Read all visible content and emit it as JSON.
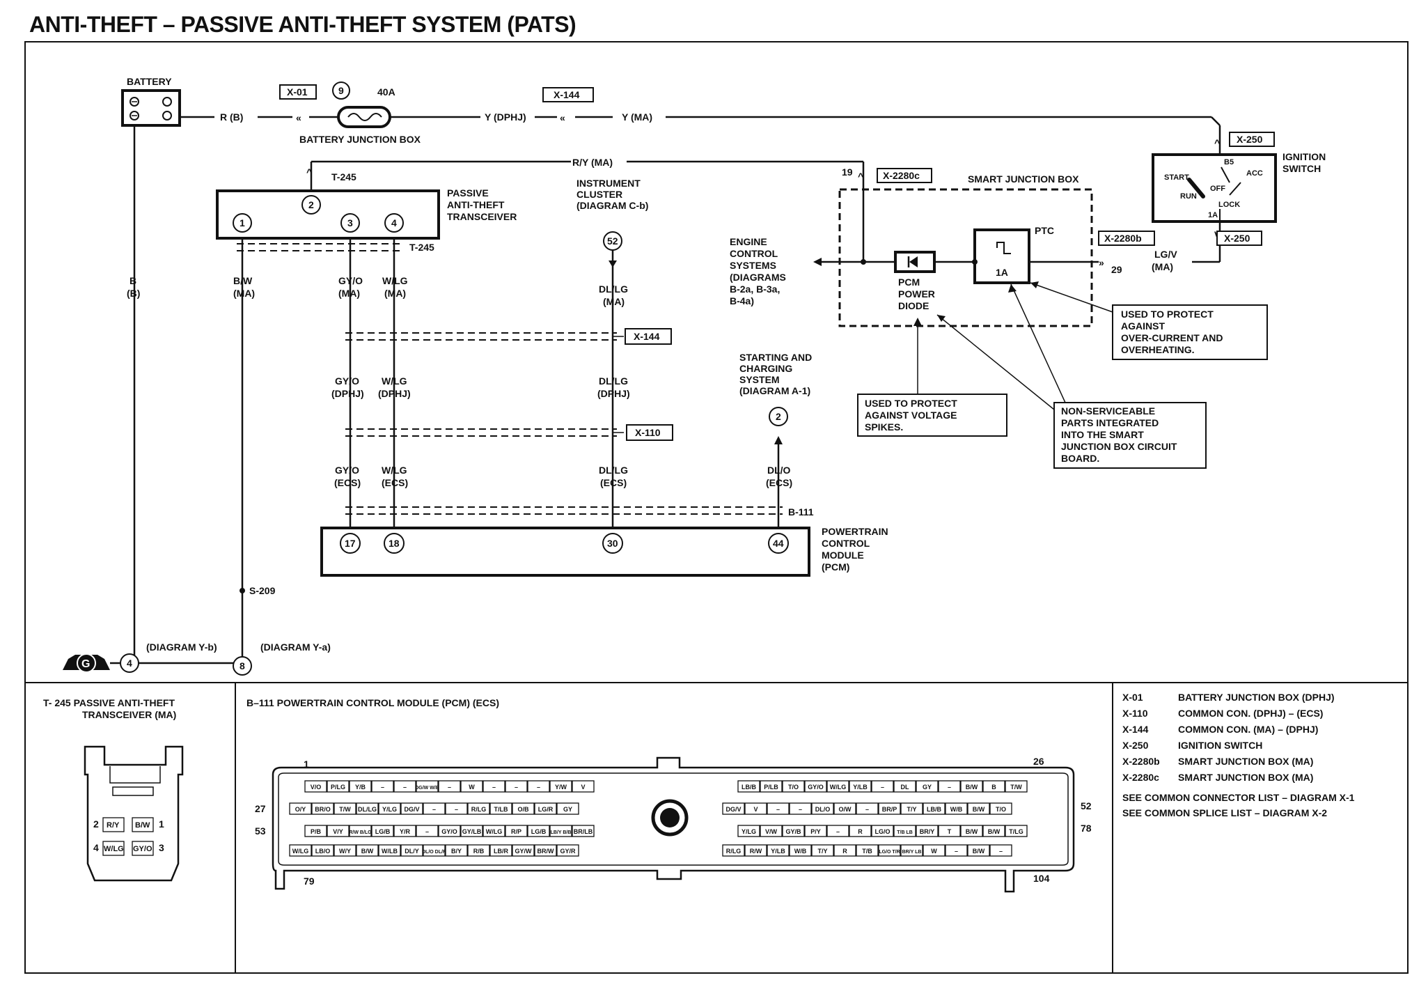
{
  "title": "ANTI-THEFT – PASSIVE  ANTI-THEFT SYSTEM (PATS)",
  "battery": {
    "label": "BATTERY"
  },
  "bjb": {
    "conn": "X-01",
    "fuse": "9",
    "amp": "40A",
    "label": "BATTERY JUNCTION BOX"
  },
  "wires_top": {
    "rb": "R (B)",
    "y_dphj": "Y (DPHJ)",
    "x144": "X-144",
    "y_ma": "Y (MA)",
    "ry_ma": "R/Y (MA)"
  },
  "pats": {
    "label": [
      "PASSIVE",
      "ANTI-THEFT",
      "TRANSCEIVER"
    ],
    "conn_top": "T-245",
    "conn_bot": "T-245",
    "pins": [
      "1",
      "2",
      "3",
      "4"
    ]
  },
  "instrument": {
    "label": [
      "INSTRUMENT",
      "CLUSTER",
      "(DIAGRAM C-b)"
    ],
    "pin": "52"
  },
  "sjb": {
    "label": "SMART JUNCTION BOX",
    "pin19": "19",
    "conn": "X-2280c",
    "conn_b": "X-2280b",
    "pin29": "29",
    "ptc": "PTC",
    "ptc_val": "1A",
    "diode": [
      "PCM",
      "POWER",
      "DIODE"
    ]
  },
  "engine": [
    "ENGINE",
    "CONTROL",
    "SYSTEMS",
    "(DIAGRAMS",
    "B-2a, B-3a,",
    "B-4a)"
  ],
  "ign": {
    "label": [
      "IGNITION",
      "SWITCH"
    ],
    "conn_top": "X-250",
    "conn_bot": "X-250",
    "b5": "B5",
    "acc": "ACC",
    "start": "START",
    "run": "RUN",
    "off": "OFF",
    "lock": "LOCK",
    "one_a": "1A"
  },
  "lgv": {
    "l1": "LG/V",
    "l2": "(MA)"
  },
  "notes": {
    "ptc": [
      "USED TO PROTECT",
      "AGAINST",
      "OVER-CURRENT AND",
      "OVERHEATING."
    ],
    "diode": [
      "USED TO PROTECT",
      "AGAINST VOLTAGE",
      "SPIKES."
    ],
    "nonserv": [
      "NON-SERVICEABLE",
      "PARTS INTEGRATED",
      "INTO THE SMART",
      "JUNCTION BOX CIRCUIT",
      "BOARD."
    ]
  },
  "wires": {
    "b1": "B",
    "b2": "(B)",
    "bw1": "B/W",
    "bw2": "(MA)",
    "gyo_ma1": "GY/O",
    "gyo_ma2": "(MA)",
    "wlg_ma1": "W/LG",
    "wlg_ma2": "(MA)",
    "dllg_ma1": "DL/LG",
    "dllg_ma2": "(MA)",
    "gyo_d1": "GY/O",
    "gyo_d2": "(DPHJ)",
    "wlg_d1": "W/LG",
    "wlg_d2": "(DPHJ)",
    "dllg_d1": "DL/LG",
    "dllg_d2": "(DPHJ)",
    "gyo_e1": "GY/O",
    "gyo_e2": "(ECS)",
    "wlg_e1": "W/LG",
    "wlg_e2": "(ECS)",
    "dllg_e1": "DL/LG",
    "dllg_e2": "(ECS)",
    "dlo_e1": "DL/O",
    "dlo_e2": "(ECS)",
    "x144b": "X-144",
    "x110": "X-110"
  },
  "starting": {
    "label": [
      "STARTING AND",
      "CHARGING",
      "SYSTEM",
      "(DIAGRAM  A-1)"
    ],
    "pin": "2"
  },
  "pcm": {
    "conn": "B-111",
    "label": [
      "POWERTRAIN",
      "CONTROL",
      "MODULE",
      "(PCM)"
    ],
    "pins": [
      "17",
      "18",
      "30",
      "44"
    ]
  },
  "ground": {
    "g": "G",
    "p4": "4",
    "p8": "8",
    "diag_yb": "(DIAGRAM Y-b)",
    "diag_ya": "(DIAGRAM Y-a)",
    "splice": "S-209"
  },
  "bottom": {
    "t245_title": [
      "T- 245  PASSIVE ANTI-THEFT",
      "TRANSCEIVER (MA)"
    ],
    "t245_pins": {
      "p2": "2",
      "p1": "1",
      "p4": "4",
      "p3": "3",
      "ry": "R/Y",
      "bw": "B/W",
      "wlg": "W/LG",
      "gyo": "GY/O"
    },
    "b111_title": "B–111  POWERTRAIN CONTROL MODULE (PCM) (ECS)",
    "pin_labels": {
      "p1": "1",
      "p26": "26",
      "p27": "27",
      "p52": "52",
      "p53": "53",
      "p78": "78",
      "p79": "79",
      "p104": "104"
    },
    "left_rows": [
      [
        "V/O",
        "P/LG",
        "Y/B",
        "–",
        "–",
        "DG/W W/B",
        "–",
        "W",
        "–",
        "–",
        "–",
        "Y/W",
        "V"
      ],
      [
        "O/Y",
        "BR/O",
        "T/W",
        "DL/LG",
        "Y/LG",
        "DG/V",
        "–",
        "–",
        "R/LG",
        "T/LB",
        "O/B",
        "LG/R",
        "GY"
      ],
      [
        "P/B",
        "V/Y",
        "R/W B/LG",
        "LG/B",
        "Y/R",
        "–",
        "GY/O",
        "GY/LB",
        "W/LG",
        "R/P",
        "LG/B",
        "LB/Y B/B",
        "BR/LB"
      ],
      [
        "W/LG",
        "LB/O",
        "W/Y",
        "B/W",
        "W/LB",
        "DL/Y",
        "DL/O DL/R",
        "B/Y",
        "R/B",
        "LB/R",
        "GY/W",
        "BR/W",
        "GY/R"
      ]
    ],
    "right_rows": [
      [
        "LB/B",
        "P/LB",
        "T/O",
        "GY/O",
        "W/LG",
        "Y/LB",
        "–",
        "DL",
        "GY",
        "–",
        "B/W",
        "B",
        "T/W"
      ],
      [
        "DG/V",
        "V",
        "–",
        "–",
        "DL/O",
        "O/W",
        "–",
        "BR/P",
        "T/Y",
        "LB/B",
        "W/B",
        "B/W",
        "T/O"
      ],
      [
        "Y/LG",
        "V/W",
        "GY/B",
        "P/Y",
        "–",
        "R",
        "LG/O",
        "T/B LB",
        "BR/Y",
        "T",
        "B/W",
        "B/W",
        "T/LG"
      ],
      [
        "R/LG",
        "R/W",
        "Y/LB",
        "W/B",
        "T/Y",
        "R",
        "T/B",
        "LG/O T/R",
        "BR/Y LB",
        "W",
        "–",
        "B/W",
        "–"
      ]
    ],
    "legend": [
      {
        "code": "X-01",
        "desc": "BATTERY JUNCTION BOX (DPHJ)"
      },
      {
        "code": "X-110",
        "desc": "COMMON CON. (DPHJ) – (ECS)"
      },
      {
        "code": "X-144",
        "desc": "COMMON CON. (MA) – (DPHJ)"
      },
      {
        "code": "X-250",
        "desc": "IGNITION SWITCH"
      },
      {
        "code": "X-2280b",
        "desc": "SMART JUNCTION BOX (MA)"
      },
      {
        "code": "X-2280c",
        "desc": "SMART JUNCTION BOX (MA)"
      }
    ],
    "see1": "SEE COMMON CONNECTOR LIST – DIAGRAM X-1",
    "see2": "SEE COMMON SPLICE LIST – DIAGRAM  X-2"
  }
}
